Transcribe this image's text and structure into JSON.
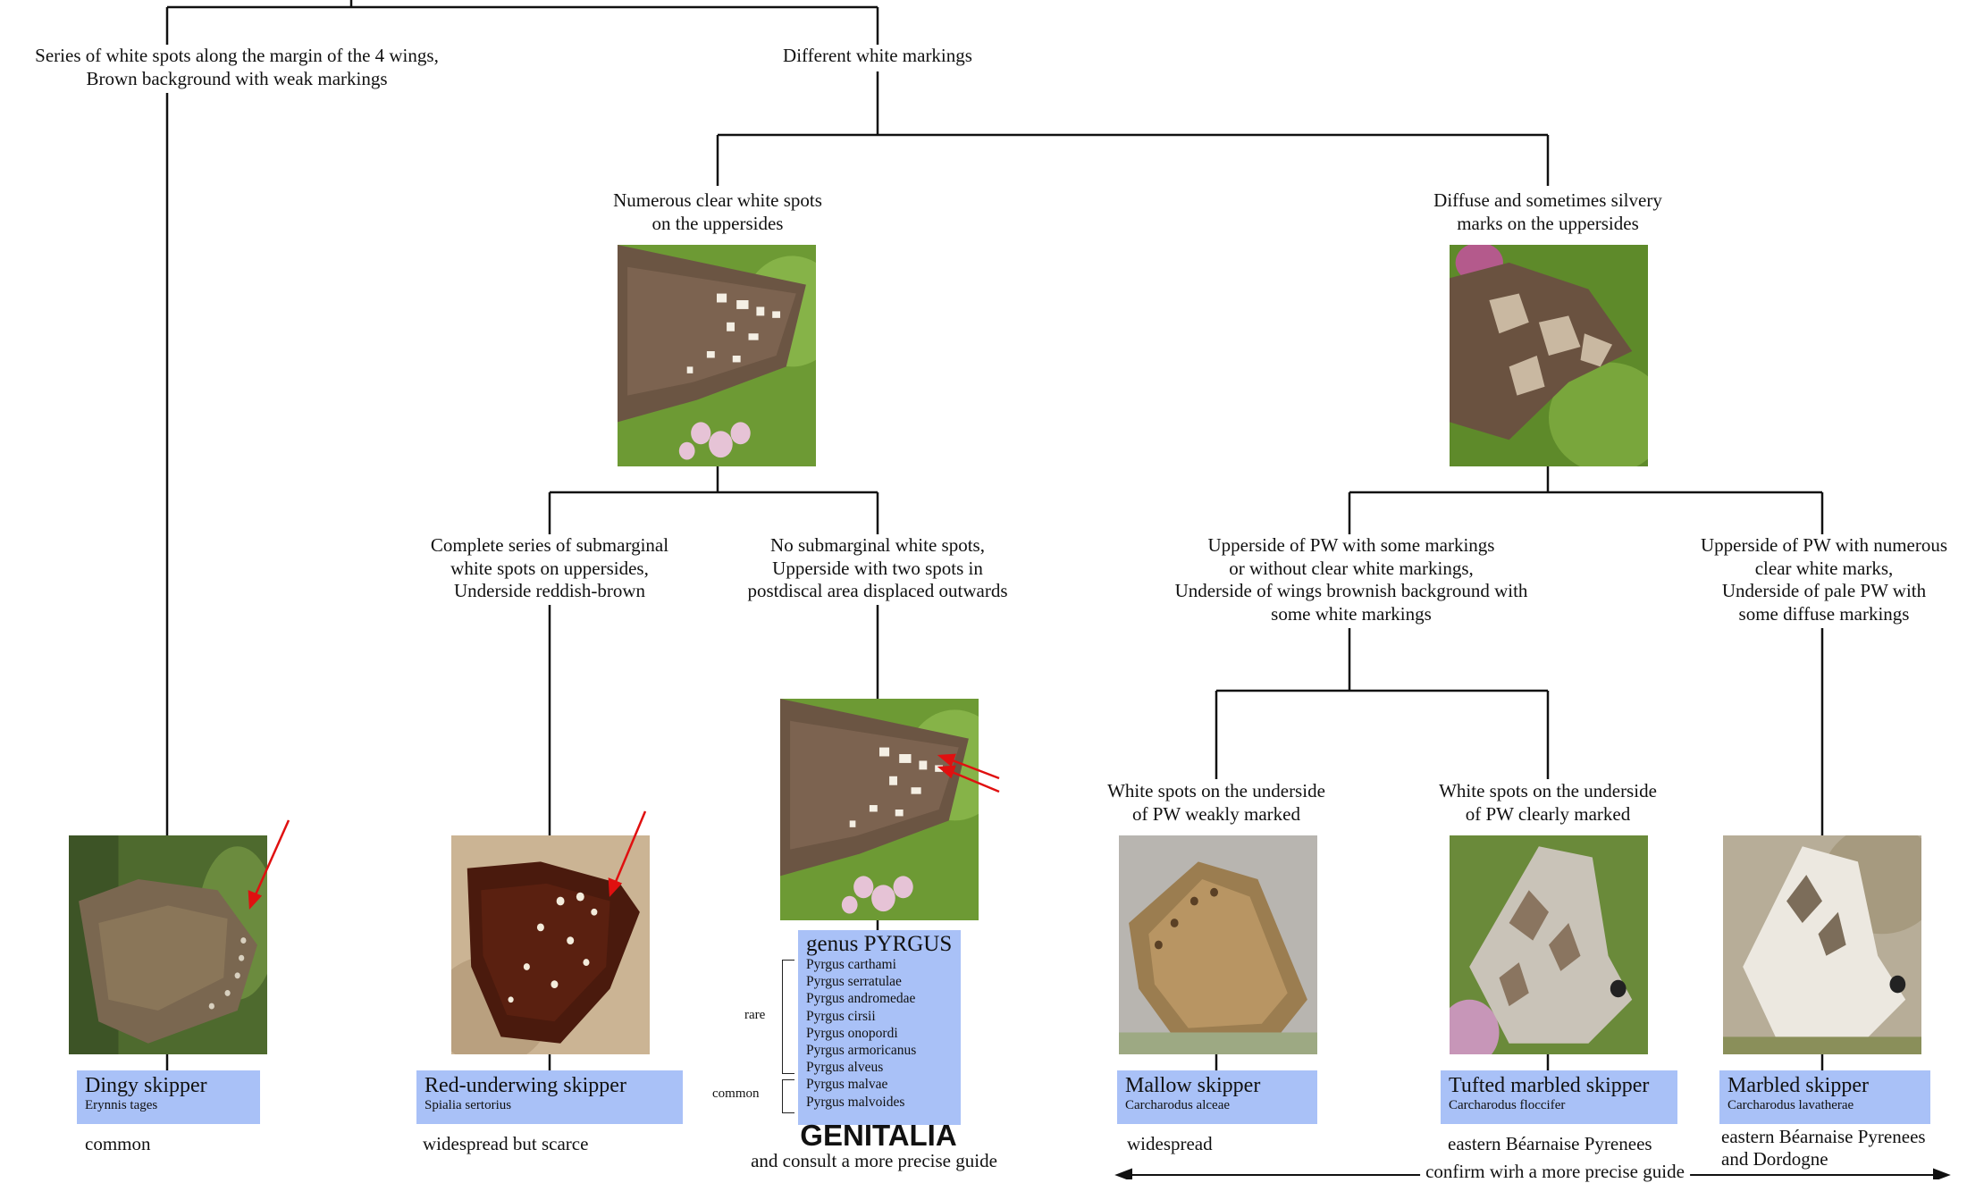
{
  "diagram": {
    "nodes": {
      "series_white_spots": [
        "Series of white spots along the margin of the 4 wings,",
        "Brown background with weak markings"
      ],
      "different_markings": [
        "Different white markings"
      ],
      "numerous_spots": [
        "Numerous clear white spots",
        "on the uppersides"
      ],
      "diffuse_marks": [
        "Diffuse and sometimes silvery",
        "marks on the uppersides"
      ],
      "complete_series": [
        "Complete series of submarginal",
        "white spots on uppersides,",
        "Underside reddish-brown"
      ],
      "no_submarginal": [
        "No submarginal white spots,",
        "Upperside with two spots in",
        "postdiscal area displaced outwards"
      ],
      "some_markings": [
        "Upperside of PW with some markings",
        "or without clear white markings,",
        "Underside of wings brownish background with",
        "some white markings"
      ],
      "numerous_marks": [
        "Upperside of PW with numerous",
        "clear white marks,",
        "Underside of pale PW with",
        "some diffuse markings"
      ],
      "weakly_marked": [
        "White spots on the underside",
        "of PW weakly marked"
      ],
      "clearly_marked": [
        "White spots on the underside",
        "of PW clearly marked"
      ]
    },
    "species": [
      {
        "name": "Dingy skipper",
        "scientific": "Erynnis tages",
        "status": [
          "common"
        ]
      },
      {
        "name": "Red-underwing skipper",
        "scientific": "Spialia sertorius",
        "status": [
          "widespread but scarce"
        ]
      },
      {
        "name": "Mallow skipper",
        "scientific": "Carcharodus alceae",
        "status": [
          "widespread"
        ]
      },
      {
        "name": "Tufted marbled skipper",
        "scientific": "Carcharodus floccifer",
        "status": [
          "eastern Béarnaise Pyrenees"
        ]
      },
      {
        "name": "Marbled skipper",
        "scientific": "Carcharodus lavatherae",
        "status": [
          "eastern Béarnaise Pyrenees",
          "and Dordogne"
        ]
      }
    ],
    "pyrgus": {
      "genus": "genus PYRGUS",
      "rare_label": "rare",
      "common_label": "common",
      "rare_species": [
        "Pyrgus carthami",
        "Pyrgus serratulae",
        "Pyrgus andromedae",
        "Pyrgus cirsii",
        "Pyrgus onopordi",
        "Pyrgus armoricanus",
        "Pyrgus alveus"
      ],
      "common_species": [
        "Pyrgus malvae",
        "Pyrgus malvoides"
      ],
      "genitalia": "GENITALIA",
      "consult": "and consult a more precise guide"
    },
    "confirm": "confirm wirh a more precise guide",
    "colors": {
      "line": "#111111",
      "name_box": "#a9c1f7",
      "arrow": "#e01010"
    }
  }
}
